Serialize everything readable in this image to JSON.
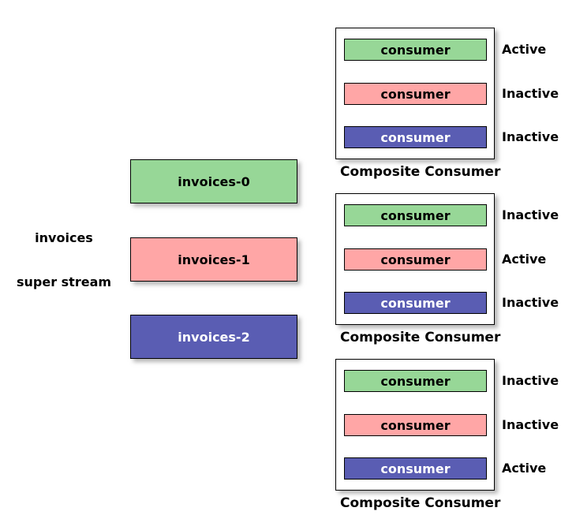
{
  "colors": {
    "green": "#97D797",
    "pink": "#FFA6A6",
    "blue": "#5A5DB3",
    "text_dark": "#000000",
    "text_light": "#FFFFFF",
    "border": "#000000",
    "background": "#FFFFFF"
  },
  "stream": {
    "name": "invoices",
    "type": "super stream"
  },
  "partitions": [
    {
      "label": "invoices-0",
      "color_key": "green"
    },
    {
      "label": "invoices-1",
      "color_key": "pink"
    },
    {
      "label": "invoices-2",
      "color_key": "blue"
    }
  ],
  "composite_consumers": [
    {
      "title": "Composite Consumer",
      "consumers": [
        {
          "label": "consumer",
          "color_key": "green",
          "status": "Active"
        },
        {
          "label": "consumer",
          "color_key": "pink",
          "status": "Inactive"
        },
        {
          "label": "consumer",
          "color_key": "blue",
          "status": "Inactive"
        }
      ]
    },
    {
      "title": "Composite Consumer",
      "consumers": [
        {
          "label": "consumer",
          "color_key": "green",
          "status": "Inactive"
        },
        {
          "label": "consumer",
          "color_key": "pink",
          "status": "Active"
        },
        {
          "label": "consumer",
          "color_key": "blue",
          "status": "Inactive"
        }
      ]
    },
    {
      "title": "Composite Consumer",
      "consumers": [
        {
          "label": "consumer",
          "color_key": "green",
          "status": "Inactive"
        },
        {
          "label": "consumer",
          "color_key": "pink",
          "status": "Inactive"
        },
        {
          "label": "consumer",
          "color_key": "blue",
          "status": "Active"
        }
      ]
    }
  ]
}
